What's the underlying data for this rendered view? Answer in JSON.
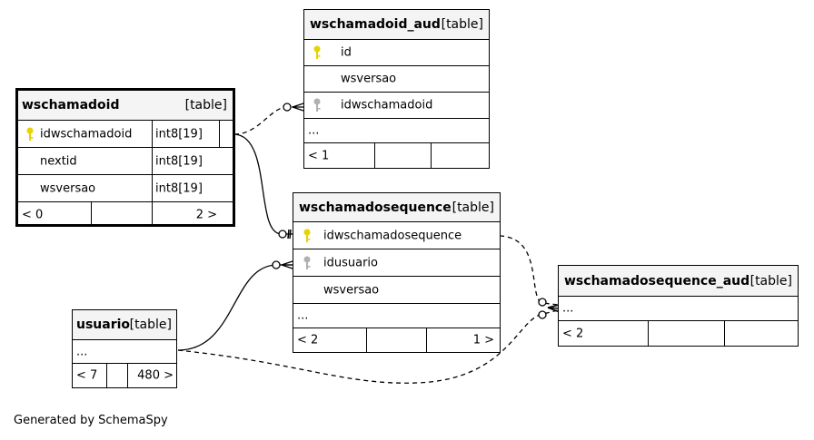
{
  "tables": {
    "wschamadoid": {
      "name": "wschamadoid",
      "kind": "[table]",
      "columns": [
        {
          "name": "idwschamadoid",
          "type": "int8[19]",
          "key": "primary"
        },
        {
          "name": "nextid",
          "type": "int8[19]",
          "key": "none"
        },
        {
          "name": "wsversao",
          "type": "int8[19]",
          "key": "none"
        }
      ],
      "footer": {
        "left": "< 0",
        "right": "2 >"
      }
    },
    "wschamadoid_aud": {
      "name": "wschamadoid_aud",
      "kind": "[table]",
      "columns": [
        {
          "name": "id",
          "key": "primary"
        },
        {
          "name": "wsversao",
          "key": "none"
        },
        {
          "name": "idwschamadoid",
          "key": "foreign"
        }
      ],
      "ellipsis": "...",
      "footer": {
        "left": "< 1",
        "right": ""
      }
    },
    "wschamadosequence": {
      "name": "wschamadosequence",
      "kind": "[table]",
      "columns": [
        {
          "name": "idwschamadosequence",
          "key": "primary"
        },
        {
          "name": "idusuario",
          "key": "foreign"
        },
        {
          "name": "wsversao",
          "key": "none"
        }
      ],
      "ellipsis": "...",
      "footer": {
        "left": "< 2",
        "right": "1 >"
      }
    },
    "wschamadosequence_aud": {
      "name": "wschamadosequence_aud",
      "kind": "[table]",
      "ellipsis": "...",
      "footer": {
        "left": "< 2",
        "right": ""
      }
    },
    "usuario": {
      "name": "usuario",
      "kind": "[table]",
      "ellipsis": "...",
      "footer": {
        "left": "< 7",
        "right": "480 >"
      }
    }
  },
  "colors": {
    "primary_key": "#e8d200",
    "foreign_key": "#b0b0b0",
    "header_bg": "#f4f4f4"
  },
  "footer_text": "Generated by SchemaSpy"
}
